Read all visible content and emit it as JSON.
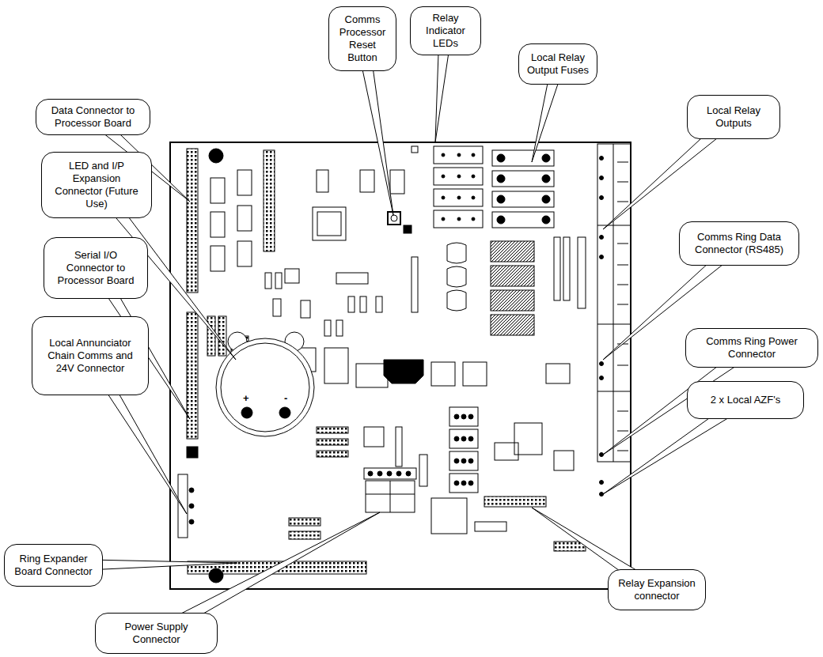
{
  "diagram": {
    "nodes": [
      {
        "text": [
          "Comms Processor Reset Button"
        ]
      },
      {
        "text": [
          "Relay Indicator LEDs"
        ]
      },
      {
        "text": [
          "Local Relay Output Fuses"
        ]
      },
      {
        "text": [
          "Data Connector to Processor Board"
        ]
      },
      {
        "text": [
          "Local Relay Outputs"
        ]
      },
      {
        "text": [
          "LED and I/P Expansion Connector (Future Use)"
        ]
      },
      {
        "text": [
          "Comms Ring Data Connector (RS485)"
        ]
      },
      {
        "text": [
          "Serial I/O Connector to Processor Board"
        ]
      },
      {
        "text": [
          "Comms Ring Power Connector"
        ]
      },
      {
        "text": [
          "Local Annunciator Chain Comms and 24V Connector"
        ]
      },
      {
        "text": [
          "2 x Local AZF's"
        ]
      },
      {
        "text": [
          "Ring Expander Board Connector"
        ]
      },
      {
        "text": [
          "Relay Expansion connector"
        ]
      },
      {
        "text": [
          "Power Supply Connector"
        ]
      }
    ],
    "labels": [
      "+",
      "-"
    ]
  }
}
